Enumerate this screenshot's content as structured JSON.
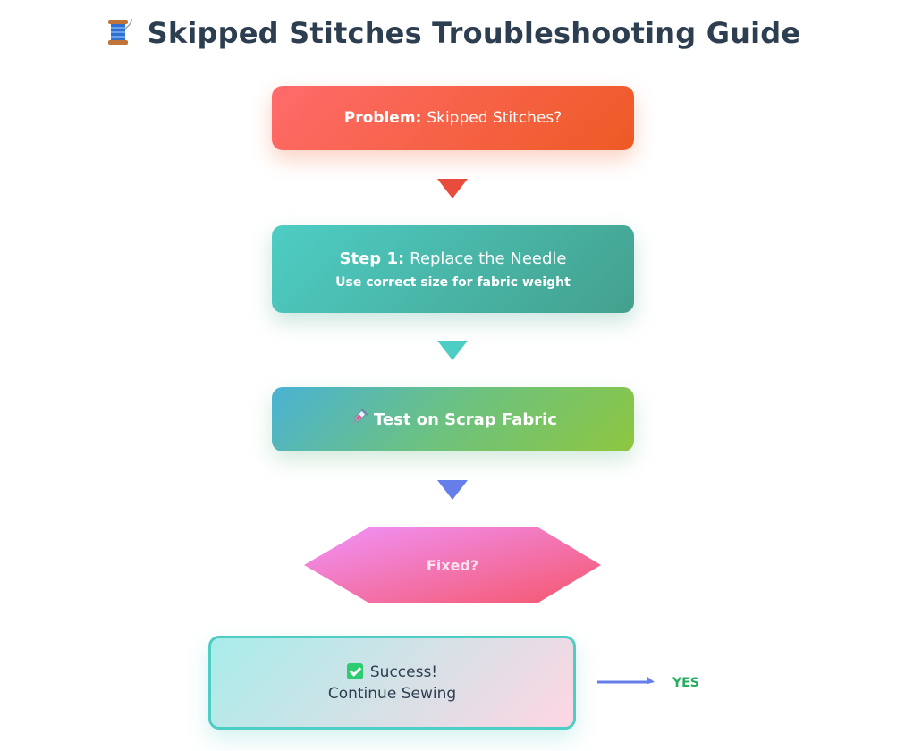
{
  "title": {
    "text": "Skipped Stitches Troubleshooting Guide",
    "icon": "thread-spool-icon"
  },
  "nodes": {
    "problem": {
      "label": "Problem:",
      "text": "Skipped Stitches?",
      "colors": [
        "#ff6b6b",
        "#ee5a24"
      ]
    },
    "step1": {
      "label": "Step 1:",
      "text": "Replace the Needle",
      "subtext": "Use correct size for fabric weight",
      "colors": [
        "#4ecdc4",
        "#44a08d"
      ]
    },
    "test": {
      "icon": "syringe-icon",
      "text": "Test on Scrap Fabric"
    },
    "decision": {
      "text": "Fixed?",
      "colors": [
        "#f093fb",
        "#f5576c"
      ]
    },
    "success": {
      "icon": "check-mark-icon",
      "line1": "Success!",
      "line2": "Continue Sewing"
    }
  },
  "edges": {
    "yes_label": "YES",
    "arrow_colors": [
      "#e74c3c",
      "#4ecdc4",
      "#667eea"
    ]
  }
}
